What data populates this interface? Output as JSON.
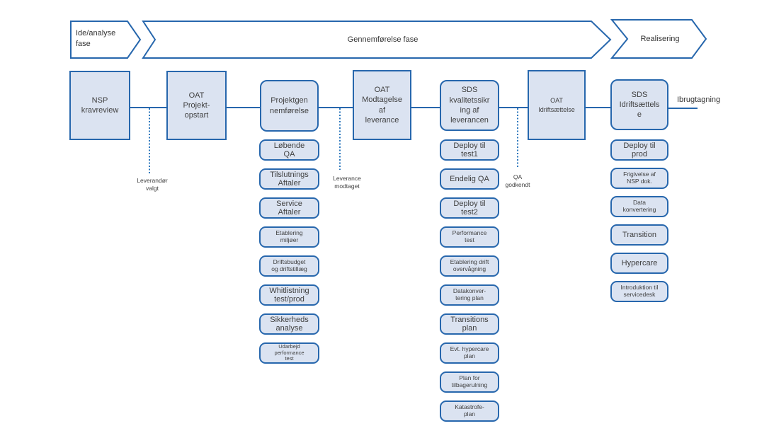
{
  "phases": [
    {
      "label": "Ide/analyse\nfase"
    },
    {
      "label": "Gennemførelse fase"
    },
    {
      "label": "Realisering"
    }
  ],
  "stages": [
    {
      "title": "NSP\nkravreview"
    },
    {
      "title": "OAT\nProjekt-\nopstart"
    },
    {
      "title": "Projektgen\nnemførelse",
      "tasks": [
        "Løbende\nQA",
        "Tilslutnings\nAftaler",
        "Service\nAftaler",
        "Etablering\nmiljøer",
        "Driftsbudget\nog driftstillæg",
        "Whitlistning\ntest/prod",
        "Sikkerheds\nanalyse",
        "Udarbejd\nperformance\ntest"
      ]
    },
    {
      "title": "OAT\nModtagelse\naf\nleverance"
    },
    {
      "title": "SDS\nkvalitetssikr\ning af\nleverancen",
      "tasks": [
        "Deploy til\ntest1",
        "Endelig QA",
        "Deploy til\ntest2",
        "Performance\ntest",
        "Etablering drift\novervågning",
        "Datakonver-\ntering plan",
        "Transitions\nplan",
        "Evt. hypercare\nplan",
        "Plan for\ntilbagerulning",
        "Katastrofe-\nplan"
      ]
    },
    {
      "title": "OAT\nIdriftsættelse"
    },
    {
      "title": "SDS\nIdriftsættels\ne",
      "tasks": [
        "Deploy til\nprod",
        "Frigivelse af\nNSP dok.",
        "Data\nkonvertering",
        "Transition",
        "Hypercare",
        "Introduktion til\nservicedesk"
      ]
    }
  ],
  "milestones": [
    {
      "label": "Leverandør\nvalgt"
    },
    {
      "label": "Leverance\nmodtaget"
    },
    {
      "label": "QA\ngodkendt"
    }
  ],
  "outcome_label": "Ibrugtagning",
  "colors": {
    "shape_stroke": "#2767ad",
    "shape_fill": "#dbe3f1",
    "dotted_line": "#2e78bd",
    "phase_fill": "#ffffff",
    "text": "#404040"
  }
}
